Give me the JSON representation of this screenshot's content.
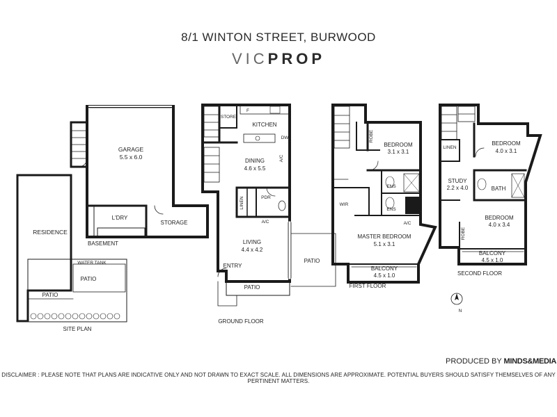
{
  "header": {
    "address": "8/1 WINTON STREET, BURWOOD",
    "brand_light": "VIC",
    "brand_bold": "PROP"
  },
  "rooms": {
    "garage_name": "GARAGE",
    "garage_dims": "5.5 x 6.0",
    "ldry": "L'DRY",
    "storage": "STORAGE",
    "basement": "BASEMENT",
    "residence": "RESIDENCE",
    "water_tank": "WATER TANK",
    "site_patio_1": "PATIO",
    "site_patio_2": "PATIO",
    "site_plan": "SITE PLAN",
    "store": "STORE",
    "f": "F",
    "kitchen": "KITCHEN",
    "dw": "DW",
    "dining_name": "DINING",
    "dining_dims": "4.6 x 5.5",
    "ac_dining": "A/C",
    "linen_gf": "LINEN",
    "pdr": "PDR",
    "ac_gf": "A/C",
    "living_name": "LIVING",
    "living_dims": "4.4 x 4.2",
    "entry": "ENTRY",
    "patio_gf": "PATIO",
    "patio_side": "PATIO",
    "ground_floor": "GROUND FLOOR",
    "robe_ff": "ROBE",
    "bed_ff_name": "BEDROOM",
    "bed_ff_dims": "3.1 x 3.1",
    "ens_1": "ENS",
    "ens_2": "ENS",
    "wir": "WIR",
    "ac_ff": "A/C",
    "master_name": "MASTER BEDROOM",
    "master_dims": "5.1 x 3.1",
    "balcony_ff_name": "BALCONY",
    "balcony_ff_dims": "4.5 x 1.0",
    "first_floor": "FIRST FLOOR",
    "linen_sf": "LINEN",
    "bed_sf1_name": "BEDROOM",
    "bed_sf1_dims": "4.0 x 3.1",
    "study_name": "STUDY",
    "study_dims": "2.2 x 4.0",
    "bath": "BATH",
    "robe_sf": "ROBE",
    "bed_sf2_name": "BEDROOM",
    "bed_sf2_dims": "4.0 x 3.4",
    "balcony_sf_name": "BALCONY",
    "balcony_sf_dims": "4.5 x 1.0",
    "second_floor": "SECOND FLOOR",
    "compass_n": "N"
  },
  "footer": {
    "produced_by": "PRODUCED BY",
    "producer": "MINDS&MEDIA",
    "disclaimer": "DISCLAIMER : PLEASE NOTE THAT PLANS ARE INDICATIVE ONLY AND NOT DRAWN TO EXACT SCALE. ALL DIMENSIONS ARE APPROXIMATE. POTENTIAL BUYERS SHOULD SATISFY THEMSELVES OF ANY PERTINENT MATTERS."
  }
}
